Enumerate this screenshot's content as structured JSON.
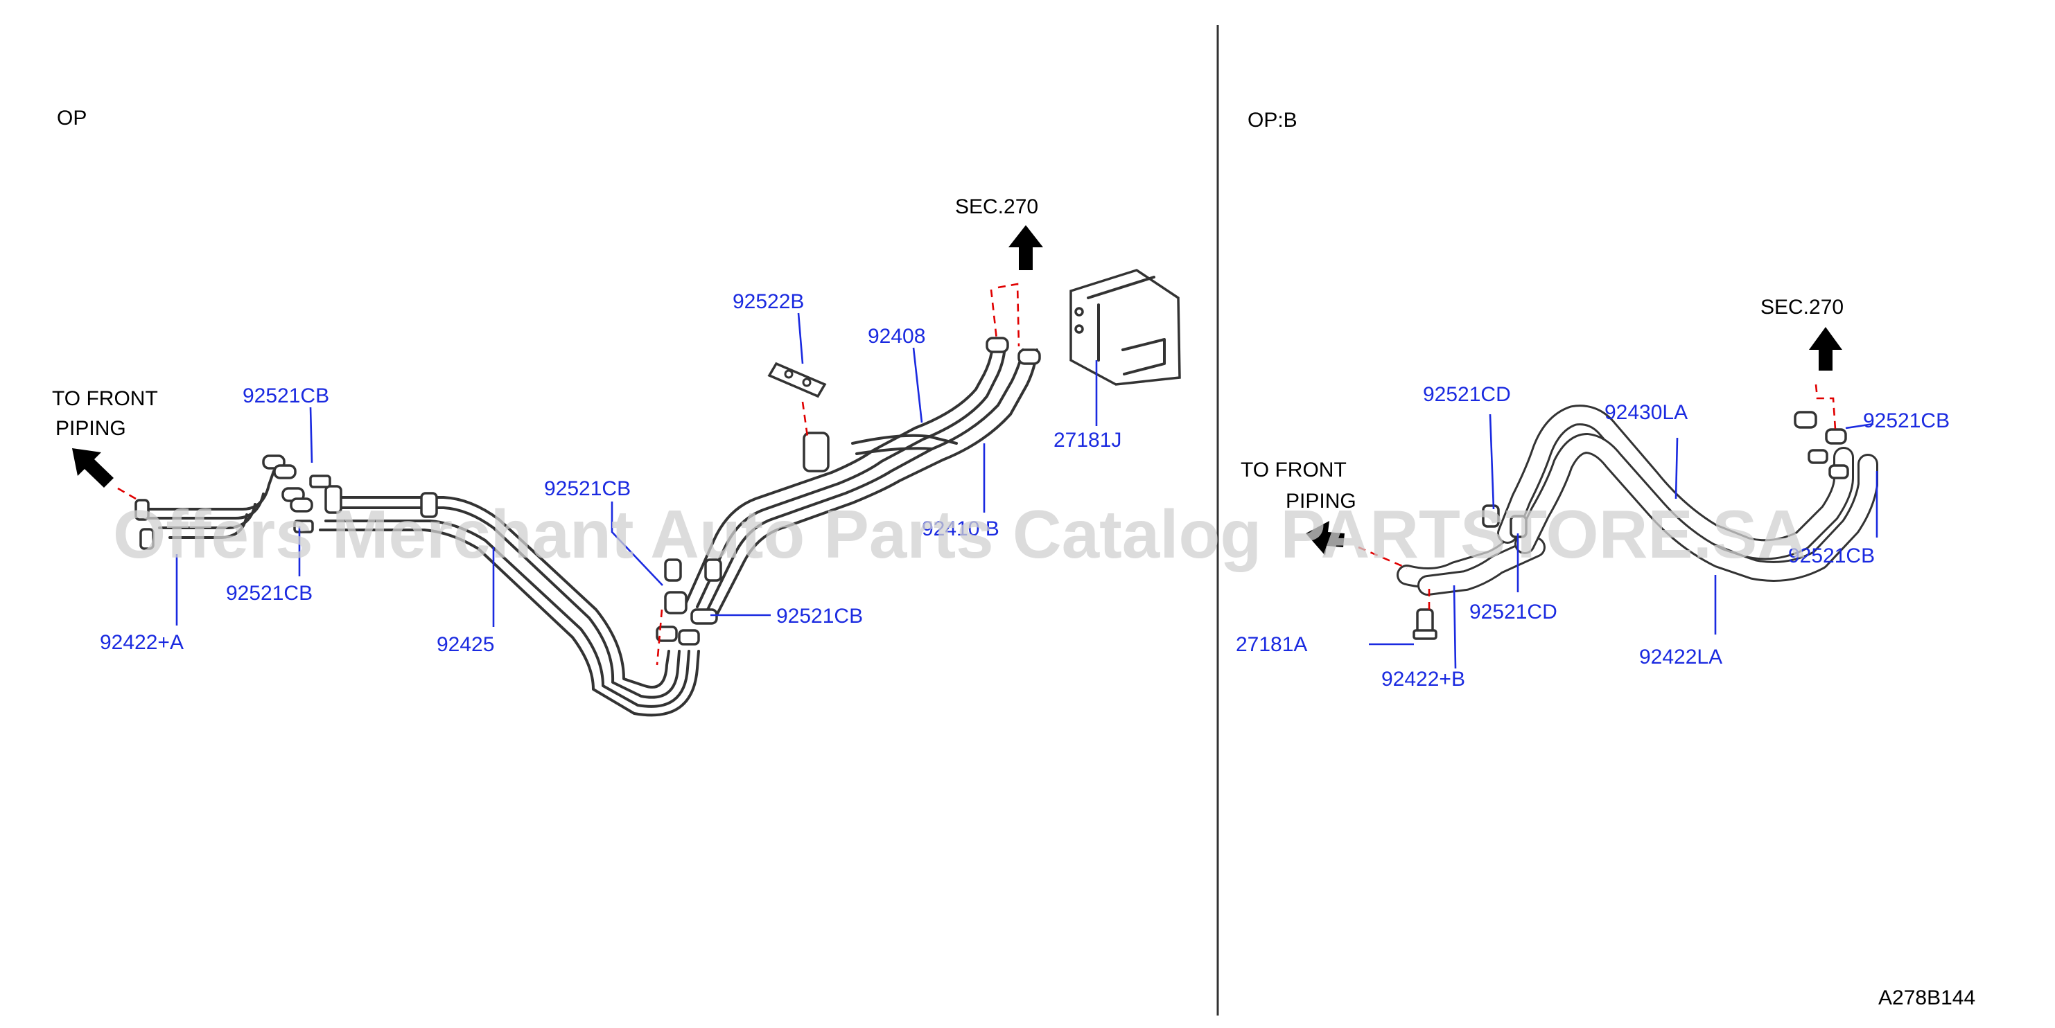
{
  "sections": {
    "left": "OP",
    "right": "OP:B"
  },
  "notes": {
    "sec_left": "SEC.270",
    "sec_right": "SEC.270",
    "to_front_left_1": "TO  FRONT",
    "to_front_left_2": "PIPING",
    "to_front_right_1": "TO  FRONT",
    "to_front_right_2": "PIPING"
  },
  "labels_left": {
    "l92521CB_a": "92521CB",
    "l92521CB_b": "92521CB",
    "l92422A": "92422+A",
    "l92425": "92425",
    "l92521CB_c": "92521CB",
    "l92521CB_d": "92521CB",
    "l92522B": "92522B",
    "l92408": "92408",
    "l92410B": "92410 B",
    "l27181J": "27181J"
  },
  "labels_right": {
    "r92521CD_a": "92521CD",
    "r92430LA": "92430LA",
    "r92521CB_a": "92521CB",
    "r92521CB_b": "92521CB",
    "r92521CD_b": "92521CD",
    "r92422LA": "92422LA",
    "r27181A": "27181A",
    "r92422B": "92422+B"
  },
  "diagram_code": "A278B144",
  "watermark": "Offers Merchant Auto Parts Catalog PARTSTORE.SA",
  "colors": {
    "label": "#1a2ae0",
    "dashed_guide": "#e00000",
    "line_art": "#333333",
    "watermark": "#d0d0d0"
  }
}
